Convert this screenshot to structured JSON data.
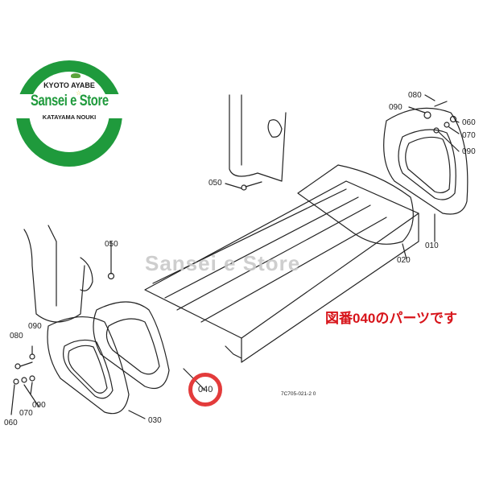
{
  "logo": {
    "top_text": "KYOTO AYABE",
    "name": "Sansei e Store",
    "bottom_text": "KATAYAMA NOUKI",
    "brand_color": "#1f9a3c"
  },
  "watermark": "Sansei e Store",
  "callout": {
    "text": "図番040のパーツです",
    "color": "#d7141a"
  },
  "highlight": {
    "part_number": "040",
    "ring_color": "#e33b3b"
  },
  "drawing_number": "7C705-021-2 0",
  "part_labels": [
    {
      "id": "080_right",
      "text": "080"
    },
    {
      "id": "090_right_top",
      "text": "090"
    },
    {
      "id": "060_right",
      "text": "060"
    },
    {
      "id": "070_right",
      "text": "070"
    },
    {
      "id": "090_right_bottom",
      "text": "090"
    },
    {
      "id": "050_top",
      "text": "050"
    },
    {
      "id": "010",
      "text": "010"
    },
    {
      "id": "020",
      "text": "020"
    },
    {
      "id": "050_left",
      "text": "050"
    },
    {
      "id": "080_left",
      "text": "080"
    },
    {
      "id": "090_left_top",
      "text": "090"
    },
    {
      "id": "090_left_bottom",
      "text": "090"
    },
    {
      "id": "070_left",
      "text": "070"
    },
    {
      "id": "060_left",
      "text": "060"
    },
    {
      "id": "030",
      "text": "030"
    },
    {
      "id": "040",
      "text": "040"
    }
  ]
}
